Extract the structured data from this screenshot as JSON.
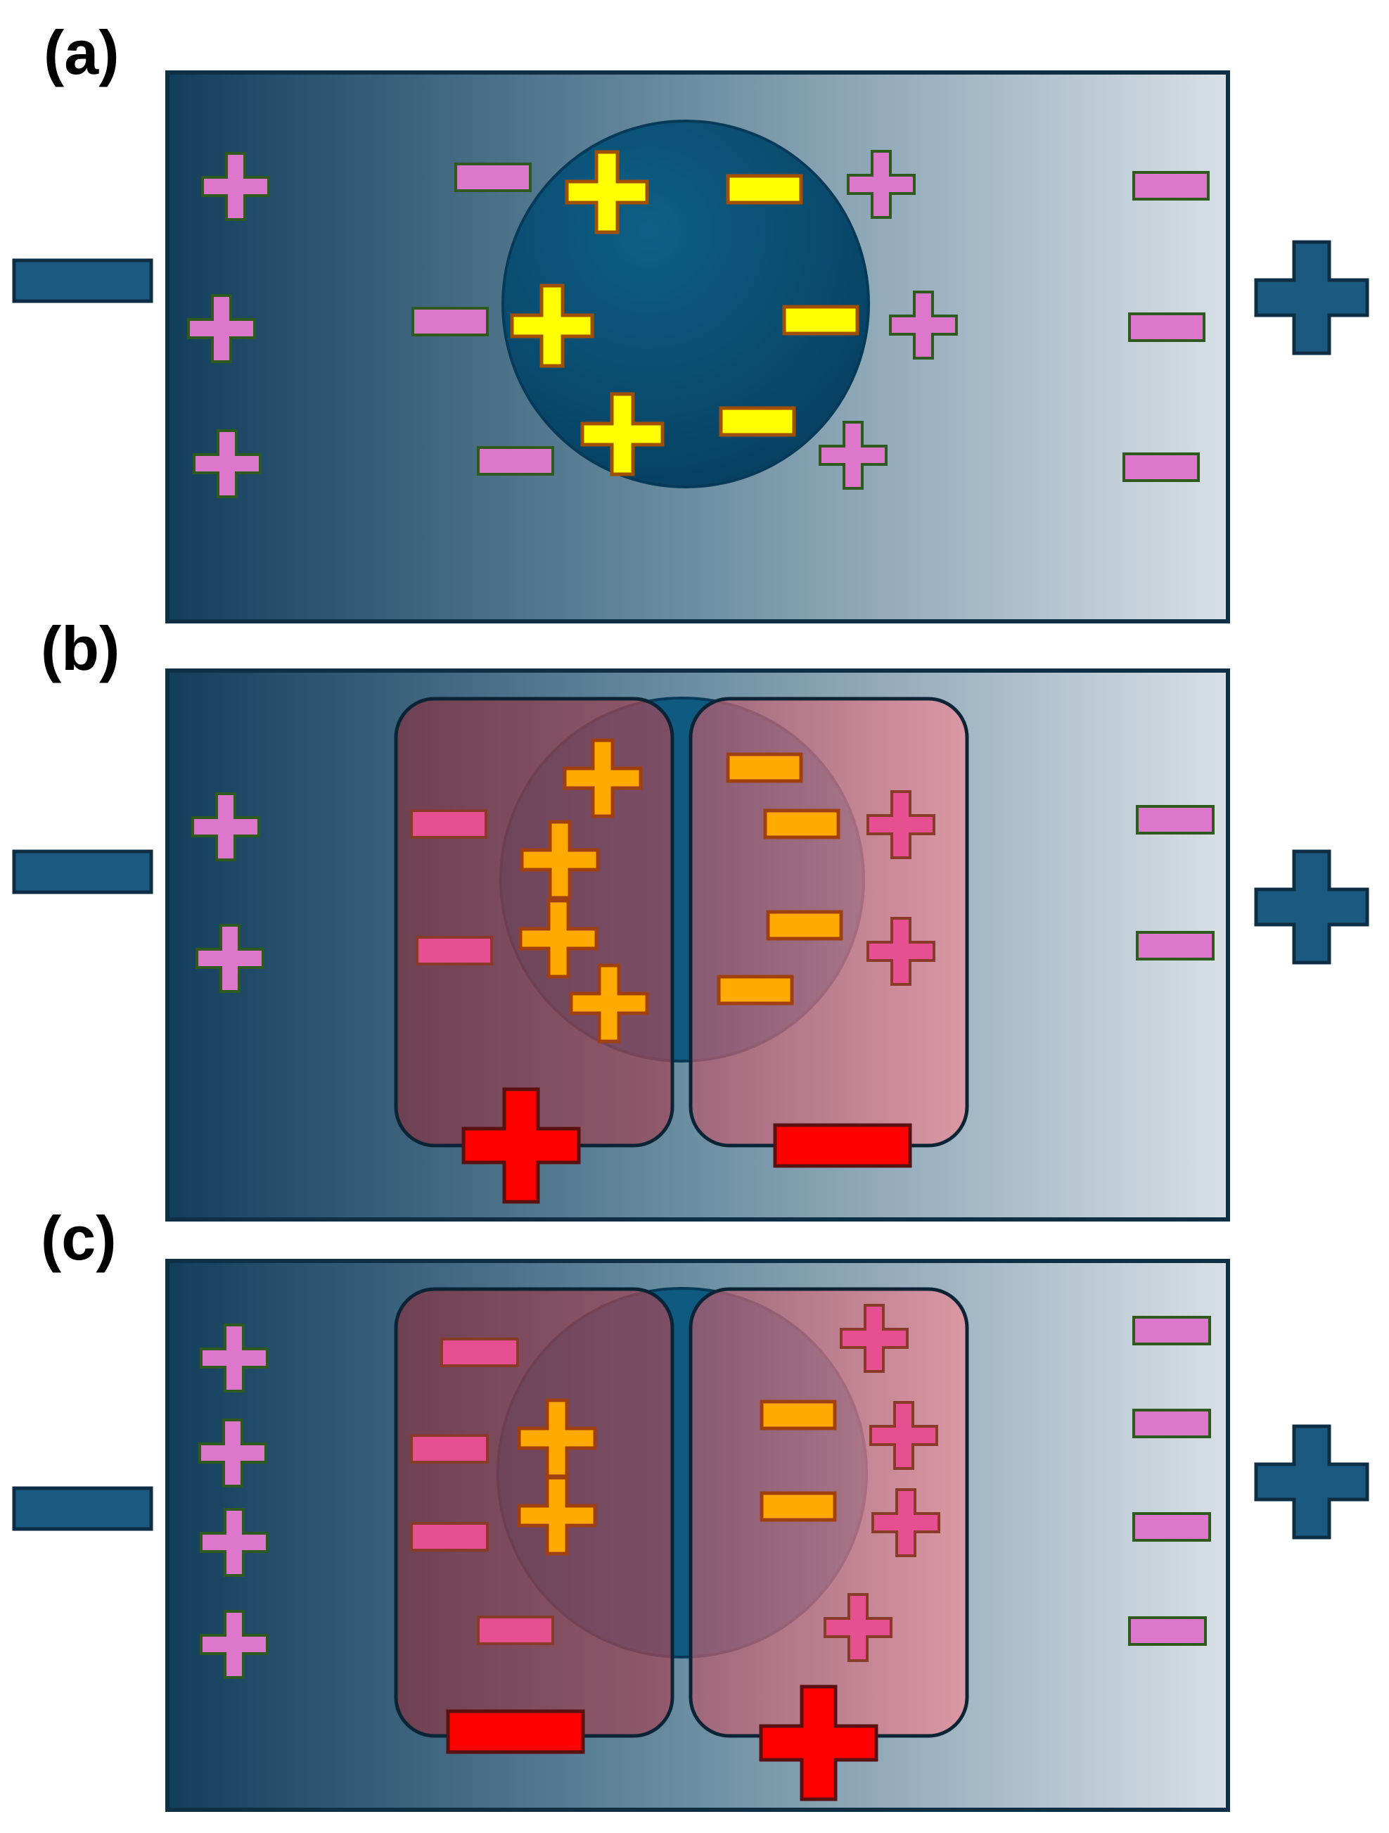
{
  "panels": [
    {
      "id": "a",
      "label": "(a)"
    },
    {
      "id": "b",
      "label": "(b)"
    },
    {
      "id": "c",
      "label": "(c)"
    }
  ],
  "colors": {
    "field_dark": "#123e5c",
    "field_light": "#d8dfe6",
    "electrode": "#1b5a80",
    "droplet": "#0d5a80",
    "ion_fill": "#dd77cc",
    "ion_stroke": "#2f5a1e",
    "induced_charge_a": "#ffff00",
    "induced_charge_bc": "#ffaa00",
    "surface_ion": "#e65090",
    "net_charge": "#ff0000",
    "half_drop_left": "#8c4050",
    "half_drop_right": "#e08590"
  },
  "icons": [
    "plus-icon",
    "minus-icon",
    "electrode-plus-icon",
    "electrode-minus-icon"
  ]
}
